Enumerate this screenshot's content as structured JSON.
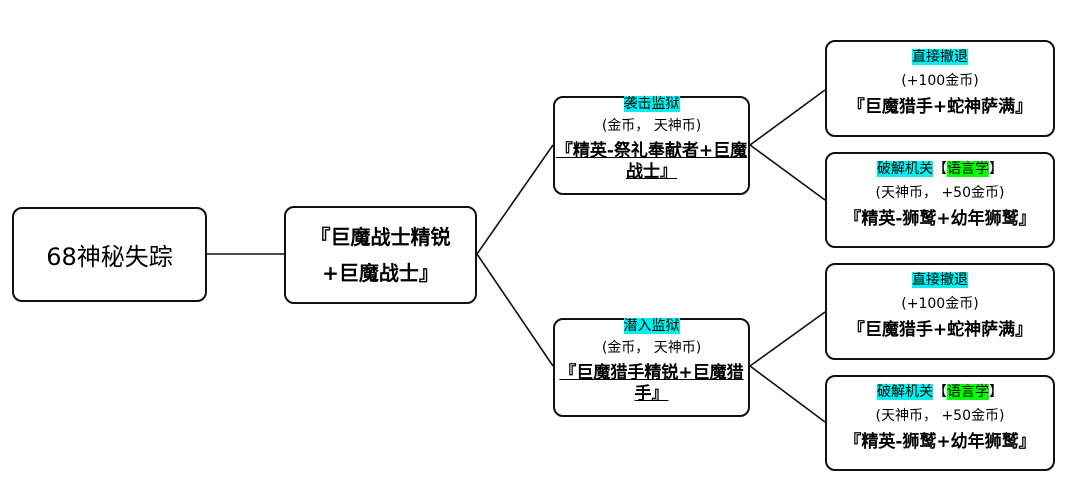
{
  "root": {
    "label": "68神秘失踪"
  },
  "mid": {
    "line1": "『巨魔战士精锐",
    "line2": "+巨魔战士』"
  },
  "branches": [
    {
      "title": "袭击监狱",
      "reward": "(金币， 天神币)",
      "enemies": "『精英-祭礼奉献者+巨魔战士』",
      "options": [
        {
          "action": "直接撤退",
          "skill": "",
          "reward": "(+100金币)",
          "enemies": "『巨魔猎手+蛇神萨满』"
        },
        {
          "action": "破解机关",
          "skill": "语言学",
          "reward": "(天神币， +50金币)",
          "enemies": "『精英-狮鹫+幼年狮鹫』"
        }
      ]
    },
    {
      "title": "潜入监狱",
      "reward": "(金币， 天神币)",
      "enemies": "『巨魔猎手精锐+巨魔猎手』",
      "options": [
        {
          "action": "直接撤退",
          "skill": "",
          "reward": "(+100金币)",
          "enemies": "『巨魔猎手+蛇神萨满』"
        },
        {
          "action": "破解机关",
          "skill": "语言学",
          "reward": "(天神币， +50金币)",
          "enemies": "『精英-狮鹫+幼年狮鹫』"
        }
      ]
    }
  ],
  "bracket": {
    "open": "【",
    "close": "】"
  }
}
